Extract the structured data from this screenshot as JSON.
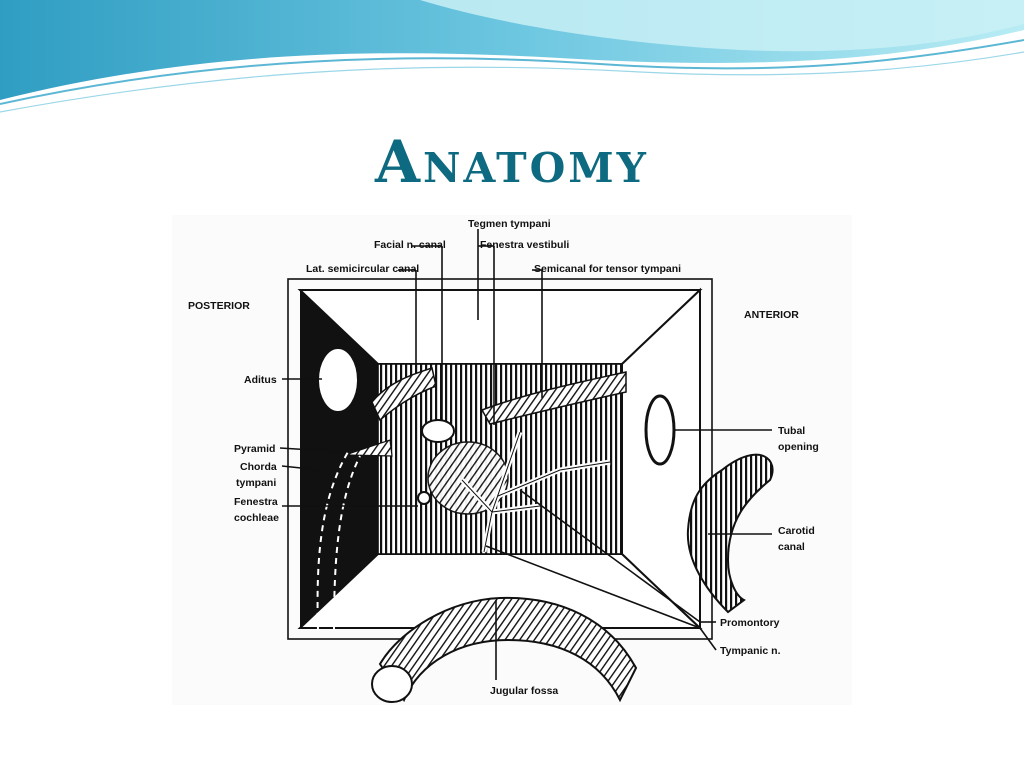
{
  "slide": {
    "title": "Anatomy",
    "colors": {
      "title": "#0d6a80",
      "wave_dark": "#3aa8c9",
      "wave_light": "#9fe0ee"
    }
  },
  "diagram": {
    "orientation": {
      "posterior": "POSTERIOR",
      "anterior": "ANTERIOR"
    },
    "labels": {
      "tegmen_tympani": "Tegmen tympani",
      "facial_canal": "Facial n. canal",
      "fenestra_vestibuli": "Fenestra vestibuli",
      "lat_semicircular": "Lat. semicircular canal",
      "semicanal_tensor": "Semicanal for tensor tympani",
      "aditus": "Aditus",
      "pyramid": "Pyramid",
      "chorda_1": "Chorda",
      "chorda_2": "tympani",
      "fenestra_cochleae_1": "Fenestra",
      "fenestra_cochleae_2": "cochleae",
      "tubal_1": "Tubal",
      "tubal_2": "opening",
      "carotid_1": "Carotid",
      "carotid_2": "canal",
      "promontory": "Promontory",
      "tympanic_n": "Tympanic n.",
      "jugular_fossa": "Jugular fossa"
    }
  }
}
